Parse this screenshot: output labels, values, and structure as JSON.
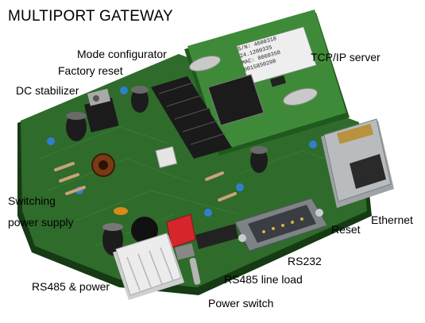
{
  "title": "MULTIPORT GATEWAY",
  "labels": {
    "mode_configurator": "Mode configurator",
    "factory_reset": "Factory reset",
    "dc_stabilizer": "DC stabilizer",
    "tcpip_server": "TCP/IP server",
    "switching": "Switching",
    "power_supply": "power supply",
    "rs485_power": "RS485 & power",
    "rs485_line_load": "RS485 line load",
    "power_switch": "Power switch",
    "rs232": "RS232",
    "reset": "Reset",
    "ethernet": "Ethernet"
  },
  "module_label": {
    "line1": "S/N: 4600310",
    "line2": "24.1200335",
    "line3": "MAC: 0060358",
    "line4": "0015850298"
  },
  "colors": {
    "pcb": "#2f6b2b",
    "pcb_dark": "#1f4a1c",
    "module": "#3f8a38",
    "header": "#1a1a1a",
    "connector_white": "#e9e9e9",
    "db9": "#8c9096",
    "rj45": "#b9bcbf",
    "switch_red": "#d7262b"
  }
}
